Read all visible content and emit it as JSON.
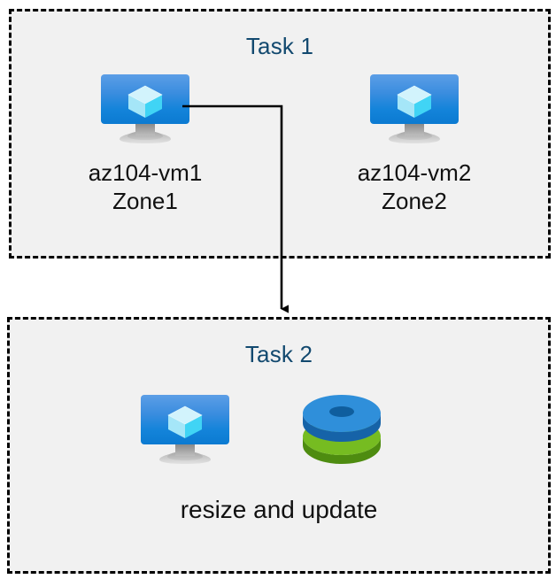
{
  "diagram": {
    "title": "Azure VM task flow diagram",
    "background": "#ffffff",
    "box_fill": "#f1f1f1",
    "box_border": "#000000",
    "heading_color": "#12496f",
    "text_color": "#111111"
  },
  "task1": {
    "title": "Task 1",
    "nodes": [
      {
        "icon": "virtual-machine-icon",
        "label": "az104-vm1\nZone1",
        "name": "az104-vm1",
        "zone": "Zone1"
      },
      {
        "icon": "virtual-machine-icon",
        "label": "az104-vm2\nZone2",
        "name": "az104-vm2",
        "zone": "Zone2"
      }
    ]
  },
  "task2": {
    "title": "Task 2",
    "icons": [
      {
        "icon": "virtual-machine-icon"
      },
      {
        "icon": "disks-icon"
      }
    ],
    "label": "resize and update"
  },
  "connector": {
    "from": "az104-vm1",
    "to": "task2",
    "style": "elbow-arrow",
    "color": "#000000"
  },
  "icon_colors": {
    "vm_screen_top": "#5c9ee6",
    "vm_screen_bottom": "#0b7ad1",
    "vm_cube_top": "#c8f0fb",
    "vm_cube_left": "#9fe4f7",
    "vm_cube_right": "#3fd3f5",
    "vm_stand": "#bdbdbd",
    "disk_blue_top": "#2f8fda",
    "disk_blue_side": "#1b6fbd",
    "disk_green_top": "#76bc21",
    "disk_green_side": "#5a9a16"
  }
}
